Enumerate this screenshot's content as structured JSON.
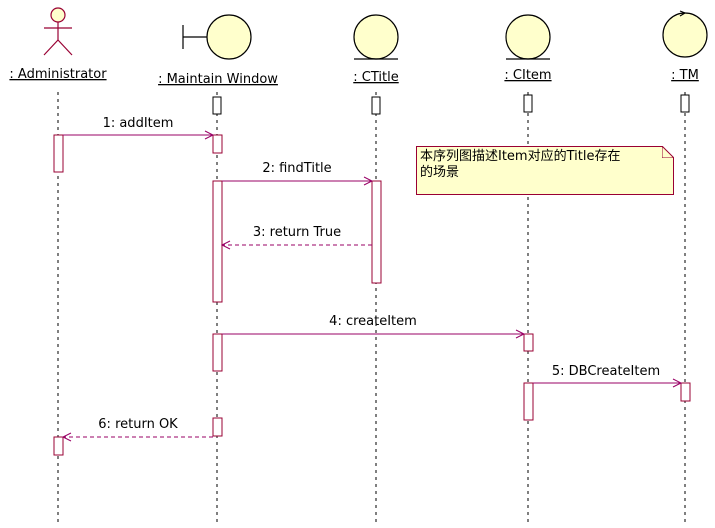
{
  "colors": {
    "actor_fill": "#ffffcc",
    "actor_stroke": "#990033",
    "message": "#990066",
    "activation": "#990033",
    "lifeline": "#000000",
    "note_fill": "#ffffcc"
  },
  "participants": [
    {
      "id": "admin",
      "label": ": Administrator",
      "kind": "actor"
    },
    {
      "id": "maint",
      "label": ": Maintain Window",
      "kind": "boundary"
    },
    {
      "id": "ctitle",
      "label": ": CTitle",
      "kind": "entity"
    },
    {
      "id": "citem",
      "label": ": CItem",
      "kind": "entity"
    },
    {
      "id": "tm",
      "label": ": TM",
      "kind": "control"
    }
  ],
  "messages": [
    {
      "label": "1: addItem",
      "from": "admin",
      "to": "maint",
      "style": "sync"
    },
    {
      "label": "2: findTitle",
      "from": "maint",
      "to": "ctitle",
      "style": "sync"
    },
    {
      "label": "3: return True",
      "from": "ctitle",
      "to": "maint",
      "style": "return"
    },
    {
      "label": "4: createItem",
      "from": "maint",
      "to": "citem",
      "style": "sync"
    },
    {
      "label": "5: DBCreateItem",
      "from": "citem",
      "to": "tm",
      "style": "sync"
    },
    {
      "label": "6: return OK",
      "from": "maint",
      "to": "admin",
      "style": "return"
    }
  ],
  "note": {
    "lines": [
      "本序列图描述Item对应的Title存在",
      "的场景"
    ]
  }
}
